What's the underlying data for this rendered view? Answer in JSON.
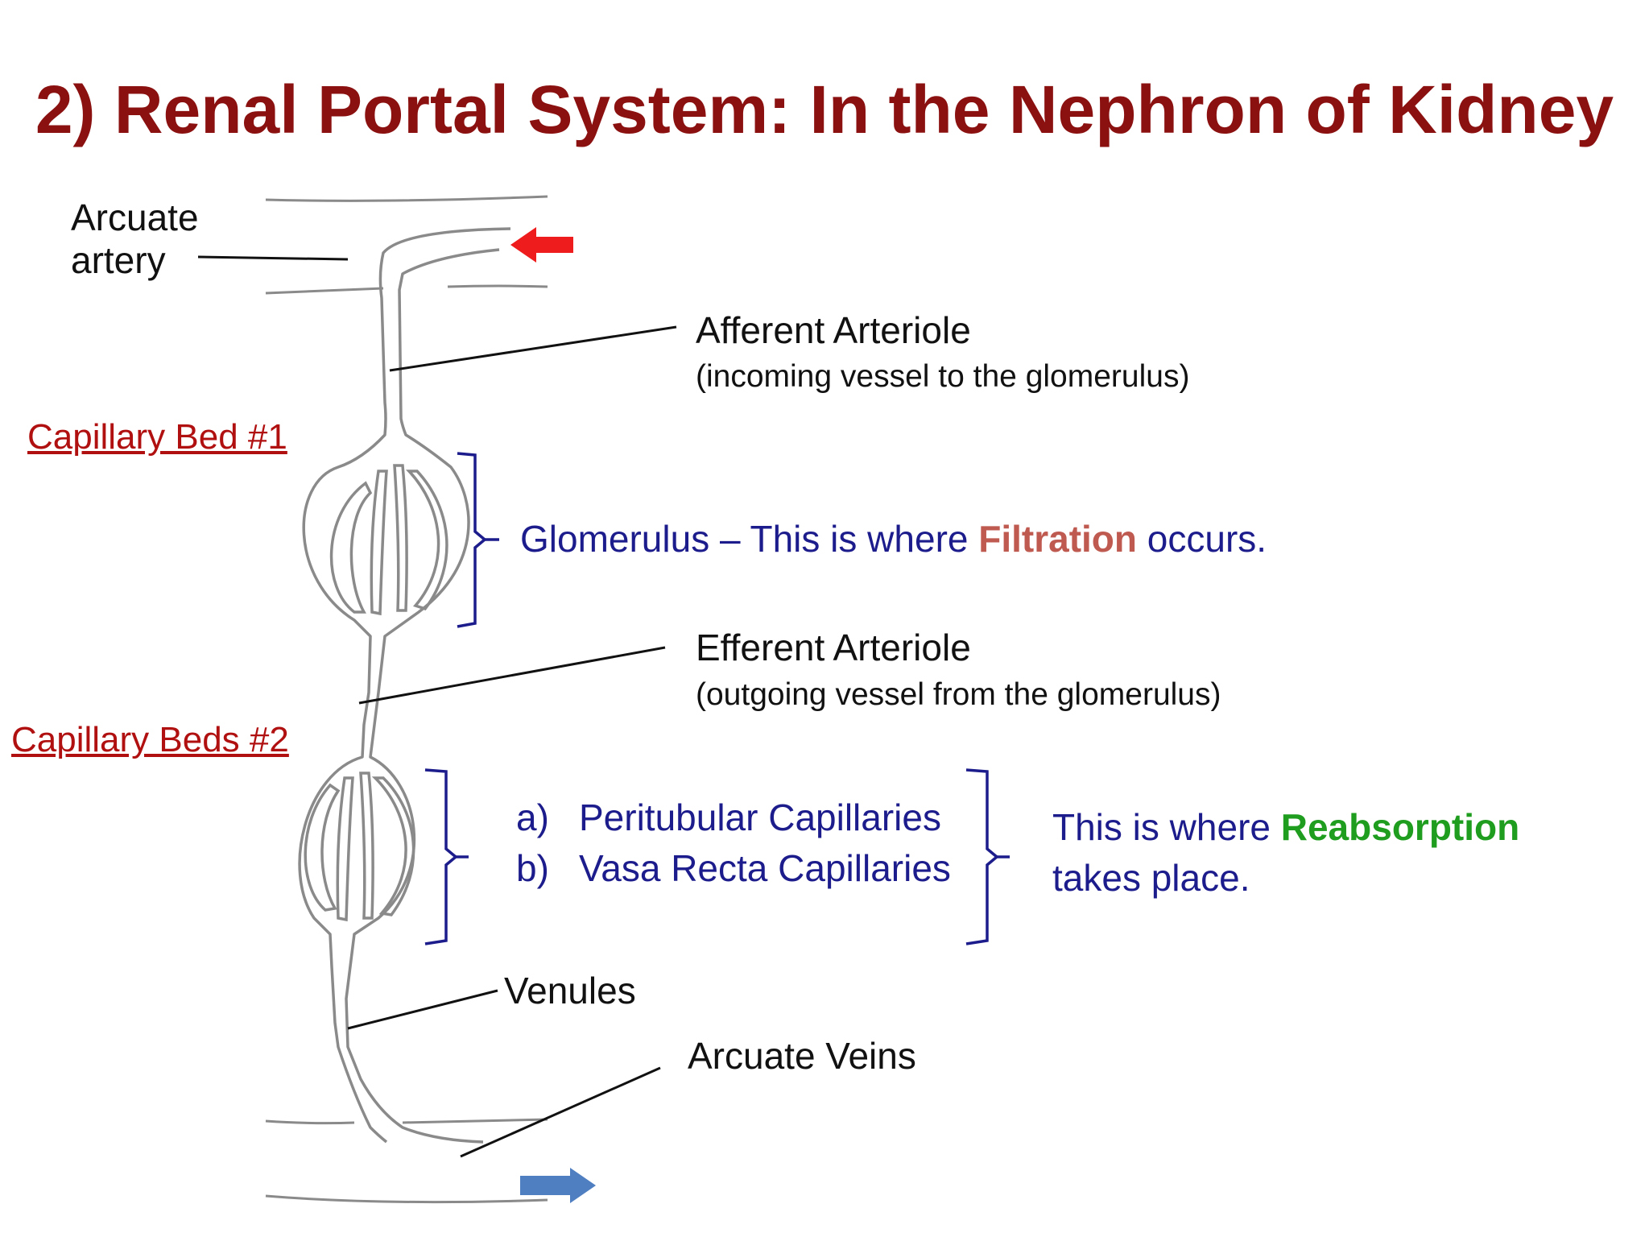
{
  "title": "2) Renal Portal System: In the Nephron of Kidney",
  "labels": {
    "arcuate_artery_line1": "Arcuate",
    "arcuate_artery_line2": "artery",
    "afferent_title": "Afferent Arteriole",
    "afferent_sub": "(incoming vessel to the glomerulus)",
    "capillary_bed_1": "Capillary Bed #1 ",
    "glomerulus_pre": "Glomerulus – This is where ",
    "glomerulus_key": "Filtration",
    "glomerulus_post": " occurs.",
    "efferent_title": "Efferent Arteriole",
    "efferent_sub": "(outgoing vessel from the glomerulus)",
    "capillary_beds_2": "Capillary Beds #2 ",
    "list": [
      {
        "marker": "a)",
        "text": "Peritubular Capillaries"
      },
      {
        "marker": "b)",
        "text": "Vasa Recta Capillaries"
      }
    ],
    "reabsorption_pre": "This is where ",
    "reabsorption_key": "Reabsorption",
    "reabsorption_post": "takes place.",
    "venules": "Venules",
    "arcuate_veins": "Arcuate Veins"
  },
  "colors": {
    "title": "#8b1010",
    "bed_label": "#b01010",
    "text_blue": "#1c1c8c",
    "filtration": "#bf5a50",
    "reabsorption": "#1f9d1f",
    "arrow_in": "#ee1c1c",
    "arrow_out": "#4f7fc0",
    "vessel": "#8a8a8a"
  }
}
